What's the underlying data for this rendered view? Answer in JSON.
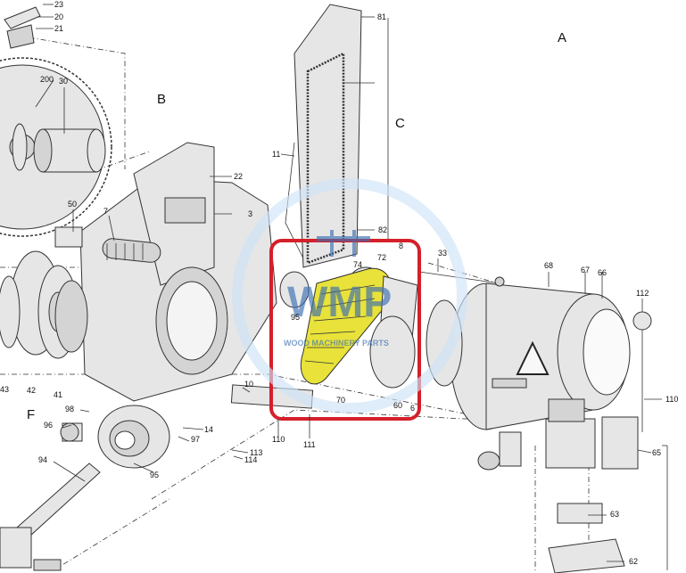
{
  "section_labels": [
    "A",
    "B",
    "C",
    "F"
  ],
  "part_numbers": {
    "p23": "23",
    "p20": "20",
    "p21": "21",
    "p200": "200",
    "p30": "30",
    "p81": "81",
    "p11": "11",
    "p22": "22",
    "p3": "3",
    "p82": "82",
    "p50": "50",
    "p7": "7",
    "p8": "8",
    "p74": "74",
    "p72": "72",
    "p33": "33",
    "p68": "68",
    "p67": "67",
    "p66": "66",
    "p112": "112",
    "p95a": "95",
    "p70": "70",
    "p60": "60",
    "p6": "6",
    "p110a": "110",
    "p43": "43",
    "p42": "42",
    "p41": "41",
    "p10": "10",
    "p98": "98",
    "p96": "96",
    "p14": "14",
    "p97": "97",
    "p110b": "110",
    "p111": "111",
    "p113": "113",
    "p114": "114",
    "p95b": "95",
    "p94": "94",
    "p65": "65",
    "p63": "63",
    "p62": "62"
  },
  "watermark": {
    "title": "WMP",
    "subtitle": "WOOD MACHINERY PARTS"
  },
  "colors": {
    "highlight_frame": "#d4202a",
    "belt": "#e8e23a",
    "watermark": "#3b6fb2"
  }
}
